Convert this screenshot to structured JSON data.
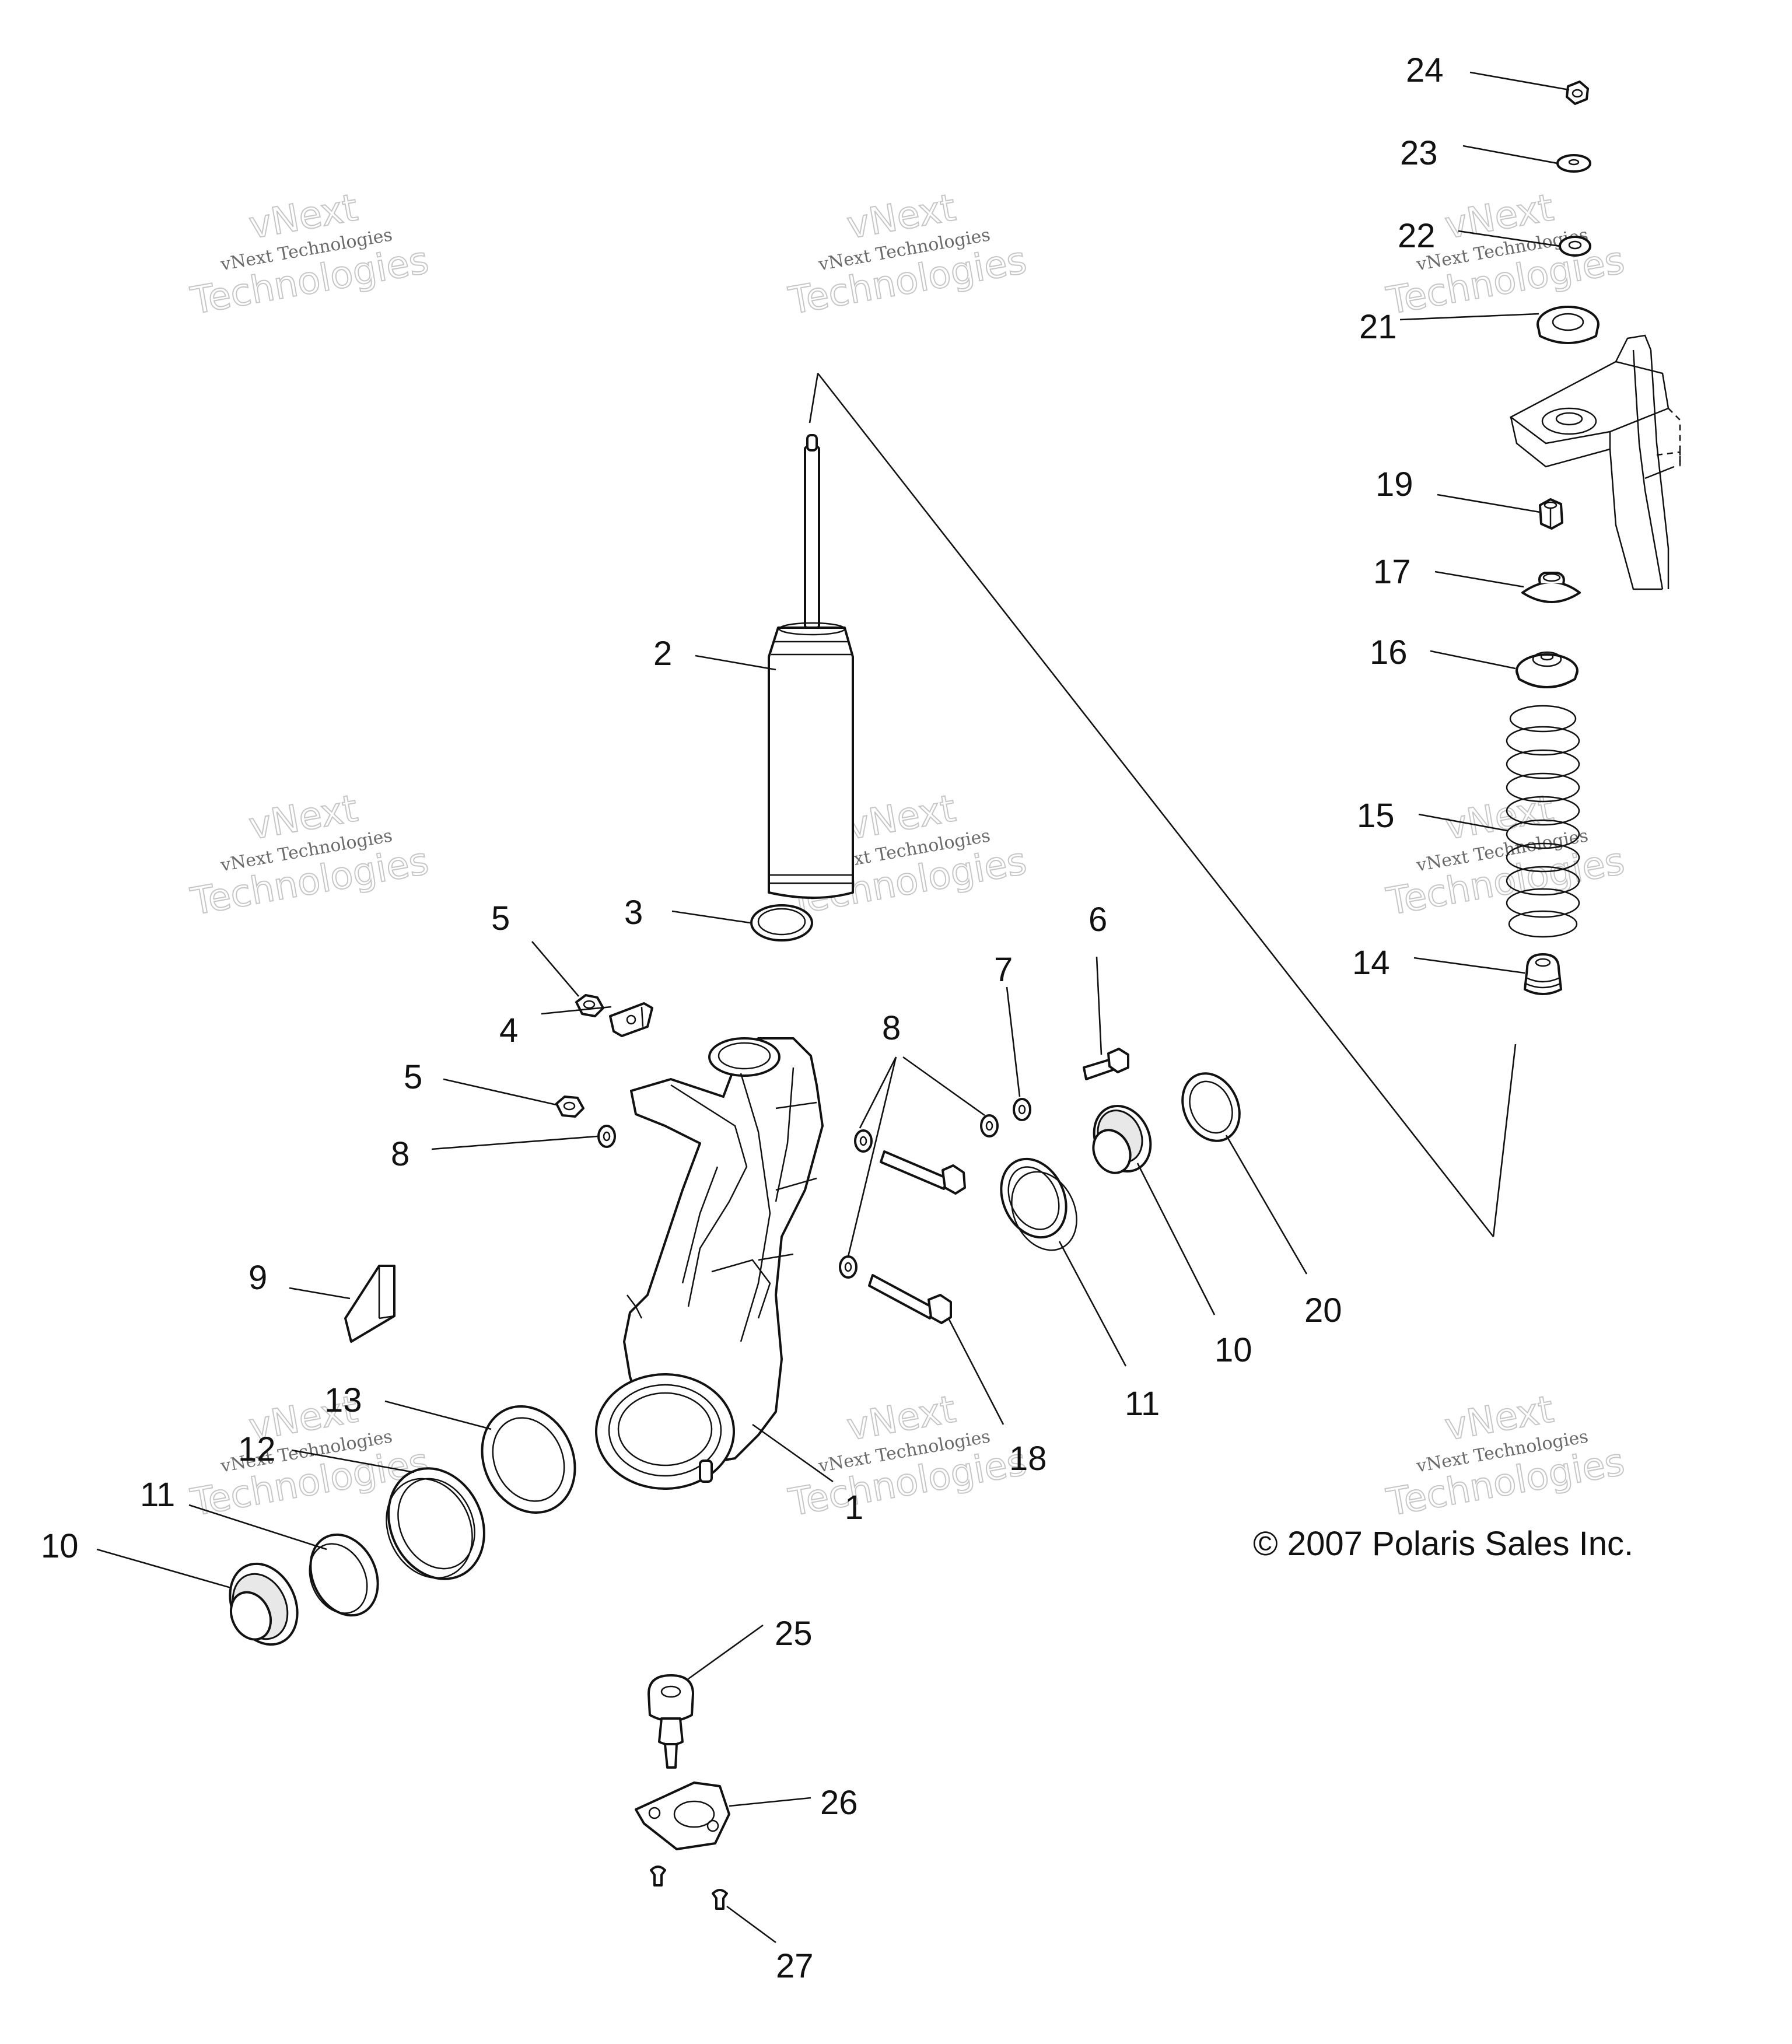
{
  "copyright": "© 2007 Polaris Sales Inc.",
  "watermark": {
    "line1": "vNext",
    "line2": "vNext Technologies",
    "line3": "Technologies"
  },
  "callouts": {
    "c1": "1",
    "c2": "2",
    "c3": "3",
    "c4": "4",
    "c5a": "5",
    "c5b": "5",
    "c6": "6",
    "c7": "7",
    "c8a": "8",
    "c8b": "8",
    "c9": "9",
    "c10a": "10",
    "c10b": "10",
    "c11a": "11",
    "c11b": "11",
    "c12": "12",
    "c13": "13",
    "c14": "14",
    "c15": "15",
    "c16": "16",
    "c17": "17",
    "c18": "18",
    "c19": "19",
    "c20": "20",
    "c21": "21",
    "c22": "22",
    "c23": "23",
    "c24": "24",
    "c25": "25",
    "c26": "26",
    "c27": "27"
  }
}
